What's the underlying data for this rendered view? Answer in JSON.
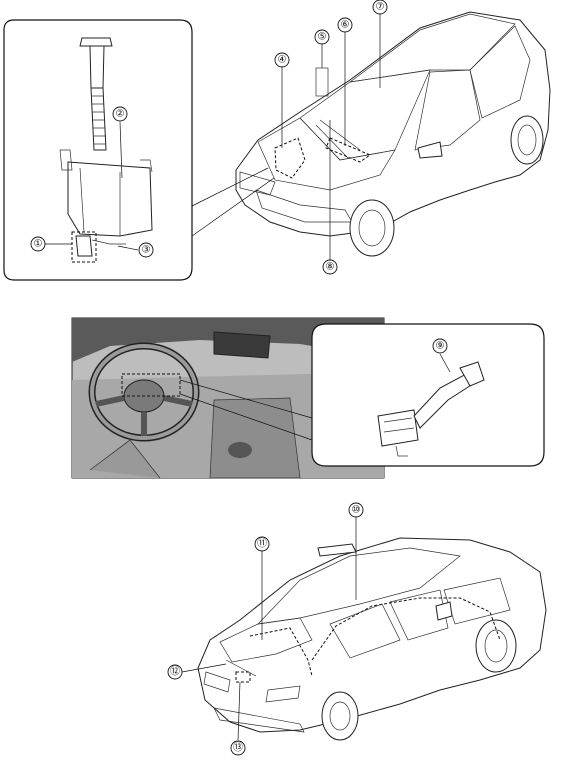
{
  "diagram": {
    "callouts": [
      {
        "id": "c1",
        "label": "①"
      },
      {
        "id": "c2",
        "label": "②"
      },
      {
        "id": "c3",
        "label": "③"
      },
      {
        "id": "c4",
        "label": "④"
      },
      {
        "id": "c5",
        "label": "⑤"
      },
      {
        "id": "c6",
        "label": "⑥"
      },
      {
        "id": "c7",
        "label": "⑦"
      },
      {
        "id": "c8",
        "label": "⑧"
      },
      {
        "id": "c9",
        "label": "⑨"
      },
      {
        "id": "c10",
        "label": "⑩"
      },
      {
        "id": "c11",
        "label": "⑪"
      },
      {
        "id": "c12",
        "label": "⑫"
      },
      {
        "id": "c13",
        "label": "⑬"
      }
    ]
  }
}
